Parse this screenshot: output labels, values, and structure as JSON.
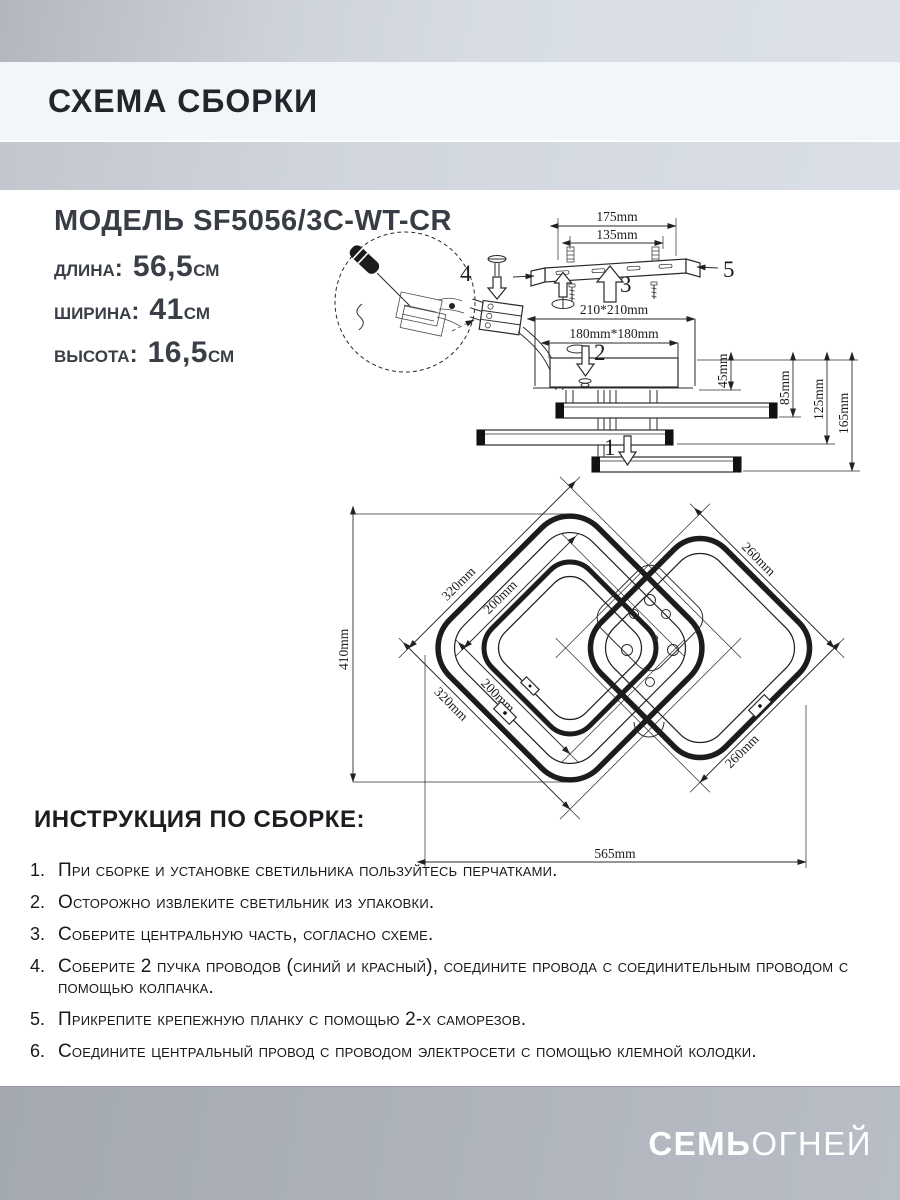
{
  "header": {
    "title": "СХЕМА СБОРКИ"
  },
  "colors": {
    "title_strip": "#f3f6f9",
    "band": "#d6dbe3",
    "footer_bg": "#adb2ba",
    "text_dark": "#1c1e22"
  },
  "model": {
    "title": "МОДЕЛЬ SF5056/3C-WT-CR",
    "dims": [
      {
        "label": "длина:",
        "value": "56,5",
        "unit": "см"
      },
      {
        "label": "ширина:",
        "value": "41",
        "unit": "см"
      },
      {
        "label": "высота:",
        "value": "16,5",
        "unit": "см"
      }
    ]
  },
  "diagram": {
    "side": {
      "d175": "175mm",
      "d135": "135mm",
      "d210": "210*210mm",
      "d180": "180mm*180mm",
      "d45": "45mm",
      "d85": "85mm",
      "d125": "125mm",
      "d165": "165mm",
      "n1": "1",
      "n2": "2",
      "n3": "3",
      "n4": "4",
      "n5": "5"
    },
    "plan": {
      "d410": "410mm",
      "d565": "565mm",
      "lo_side": "320mm",
      "lo_bottom": "320mm",
      "li_side": "200mm",
      "li_bottom": "200mm",
      "r_top": "260mm",
      "r_side": "260mm"
    }
  },
  "instructions": {
    "title": "ИНСТРУКЦИЯ ПО СБОРКЕ:",
    "items": [
      {
        "num": "1.",
        "text": "При сборке и установке светильника пользуйтесь перчатками."
      },
      {
        "num": "2.",
        "text": "Осторожно извлеките светильник из упаковки."
      },
      {
        "num": "3.",
        "text": "Соберите центральную часть, согласно схеме."
      },
      {
        "num": "4.",
        "text": "Соберите 2 пучка проводов (синий и красный), соедините провода с соединительным проводом с помощью колпачка."
      },
      {
        "num": "5.",
        "text": "Прикрепите крепежную планку с помощью 2-х саморезов."
      },
      {
        "num": "6.",
        "text": "Соедините центральный провод с проводом электросети с помощью клемной колодки."
      }
    ]
  },
  "footer": {
    "brand_bold": "СЕМЬ",
    "brand_light": "ОГНЕЙ"
  }
}
